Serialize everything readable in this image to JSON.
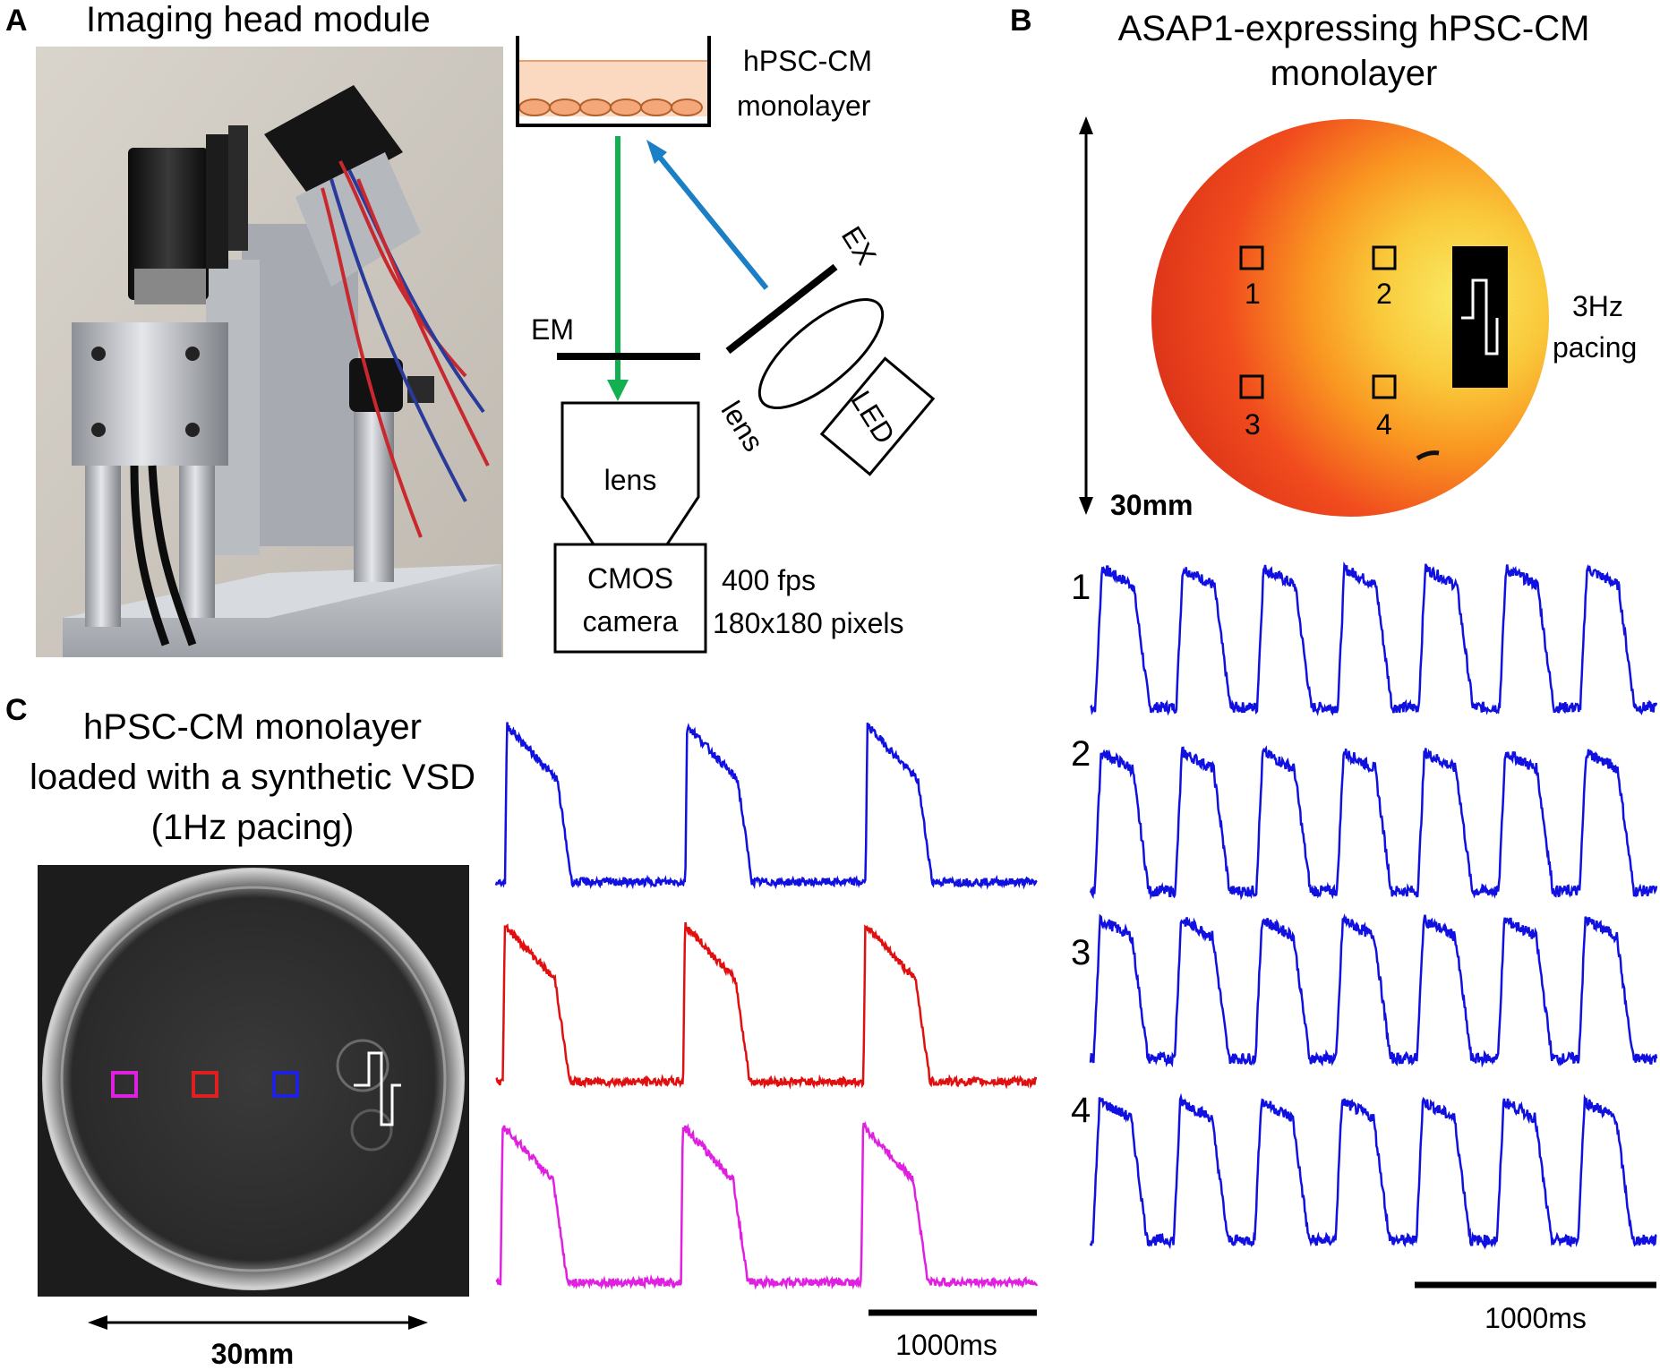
{
  "panel_a": {
    "letter": "A",
    "title": "Imaging head module",
    "diagram": {
      "dish_label_line1": "hPSC-CM",
      "dish_label_line2": "monolayer",
      "em_label": "EM",
      "ex_label": "EX",
      "lens_label_rotated": "lens",
      "led_label": "LED",
      "camera_lens_label": "lens",
      "camera_line1": "CMOS",
      "camera_line2": "camera",
      "fps": "400 fps",
      "pixels": "180x180 pixels",
      "colors": {
        "emission_arrow": "#12b050",
        "excitation_arrow": "#1a7fc4",
        "cells": "#e87d3e",
        "medium": "#fbd9c0"
      }
    }
  },
  "panel_b": {
    "letter": "B",
    "title_line1": "ASAP1-expressing hPSC-CM",
    "title_line2": "monolayer",
    "scale": "30mm",
    "roi_labels": [
      "1",
      "2",
      "3",
      "4"
    ],
    "pacing_line1": "3Hz",
    "pacing_line2": "pacing",
    "trace_labels": [
      "1",
      "2",
      "3",
      "4"
    ],
    "trace_color": "#1010e0",
    "beats_per_trace": 7,
    "scalebar": "1000ms"
  },
  "panel_c": {
    "letter": "C",
    "title_line1": "hPSC-CM monolayer",
    "title_line2": "loaded with a synthetic VSD",
    "title_line3": "(1Hz pacing)",
    "scale": "30mm",
    "roi_colors": [
      "#e020e0",
      "#e02020",
      "#2020e0"
    ],
    "trace_colors": [
      "#1010e0",
      "#e01010",
      "#e020e0"
    ],
    "beats_per_trace": 3,
    "scalebar": "1000ms"
  }
}
